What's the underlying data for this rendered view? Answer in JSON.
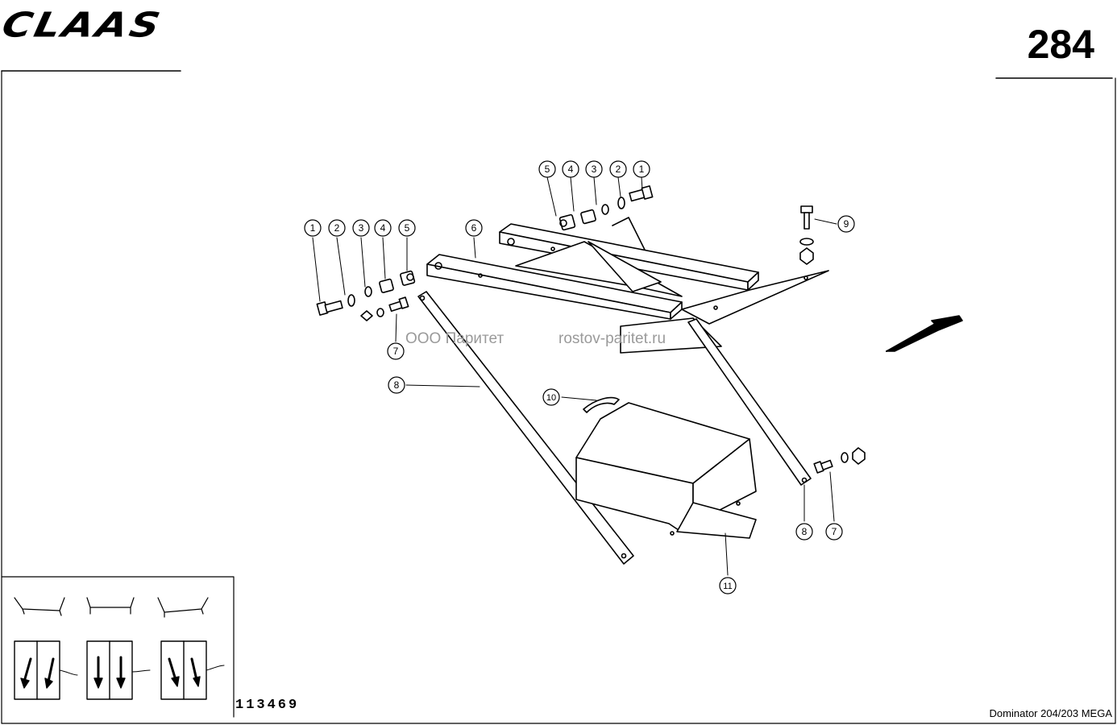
{
  "header": {
    "logo": "CLAAS",
    "page_number": "284"
  },
  "footer": {
    "drawing_number": "113469",
    "model": "Dominator 204/203 MEGA"
  },
  "watermark": {
    "company": "ООО Паритет",
    "site": "rostov-paritet.ru"
  },
  "callouts": [
    {
      "id": "callout-5-top",
      "label": "5"
    },
    {
      "id": "callout-4-top",
      "label": "4"
    },
    {
      "id": "callout-3-top",
      "label": "3"
    },
    {
      "id": "callout-2-top",
      "label": "2"
    },
    {
      "id": "callout-1-top",
      "label": "1"
    },
    {
      "id": "callout-1-left",
      "label": "1"
    },
    {
      "id": "callout-2-left",
      "label": "2"
    },
    {
      "id": "callout-3-left",
      "label": "3"
    },
    {
      "id": "callout-4-left",
      "label": "4"
    },
    {
      "id": "callout-5-left",
      "label": "5"
    },
    {
      "id": "callout-6",
      "label": "6"
    },
    {
      "id": "callout-9",
      "label": "9"
    },
    {
      "id": "callout-7-left",
      "label": "7"
    },
    {
      "id": "callout-8-left",
      "label": "8"
    },
    {
      "id": "callout-10",
      "label": "10"
    },
    {
      "id": "callout-8-right",
      "label": "8"
    },
    {
      "id": "callout-7-right",
      "label": "7"
    },
    {
      "id": "callout-11",
      "label": "11"
    }
  ]
}
